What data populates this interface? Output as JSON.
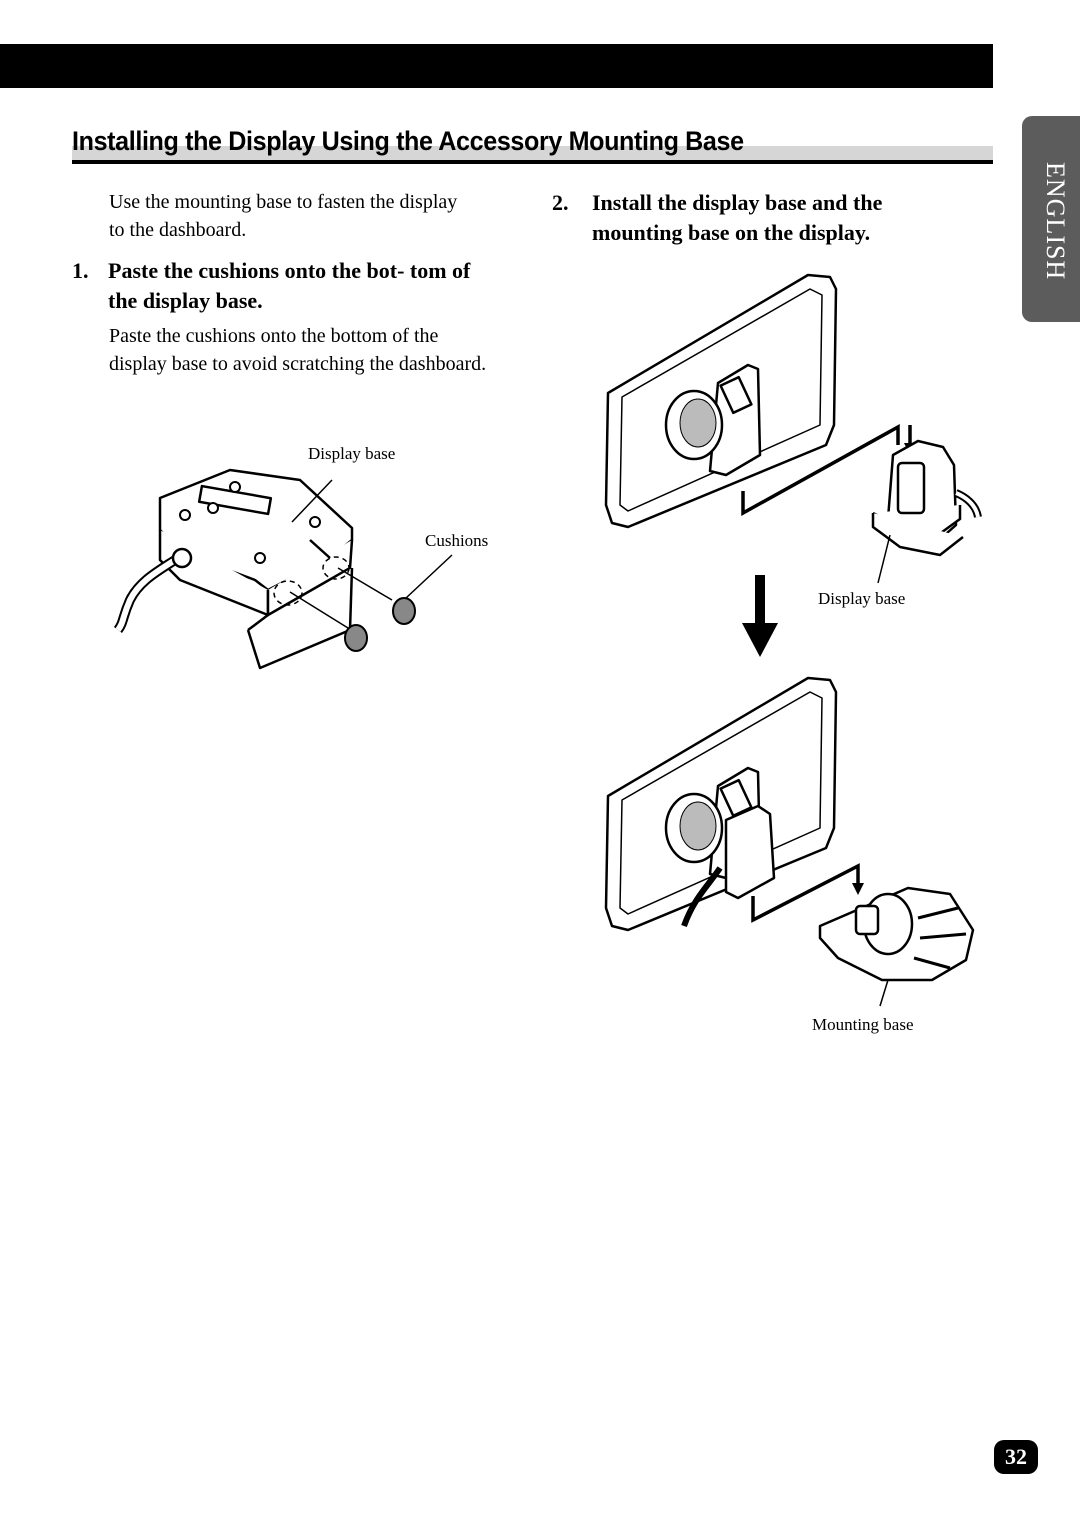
{
  "section": {
    "title": "Installing the Display Using the Accessory Mounting Base",
    "language_tab": "ENGLISH",
    "page_number": "32"
  },
  "intro": "Use the mounting base to fasten the display to the dashboard.",
  "steps": [
    {
      "number": "1.",
      "heading": "Paste the cushions onto the bot- tom of the display base.",
      "body": "Paste the cushions onto the bottom of the display base to avoid scratching the dashboard."
    },
    {
      "number": "2.",
      "heading": "Install the display base and the mounting base on the display.",
      "body": ""
    }
  ],
  "figure_labels": {
    "display_base_1": "Display base",
    "cushions": "Cushions",
    "display_base_2": "Display base",
    "mounting_base": "Mounting base"
  },
  "colors": {
    "header_bar": "#000000",
    "title_rule": "#d6d6d6",
    "language_tab": "#5c5c5c"
  }
}
